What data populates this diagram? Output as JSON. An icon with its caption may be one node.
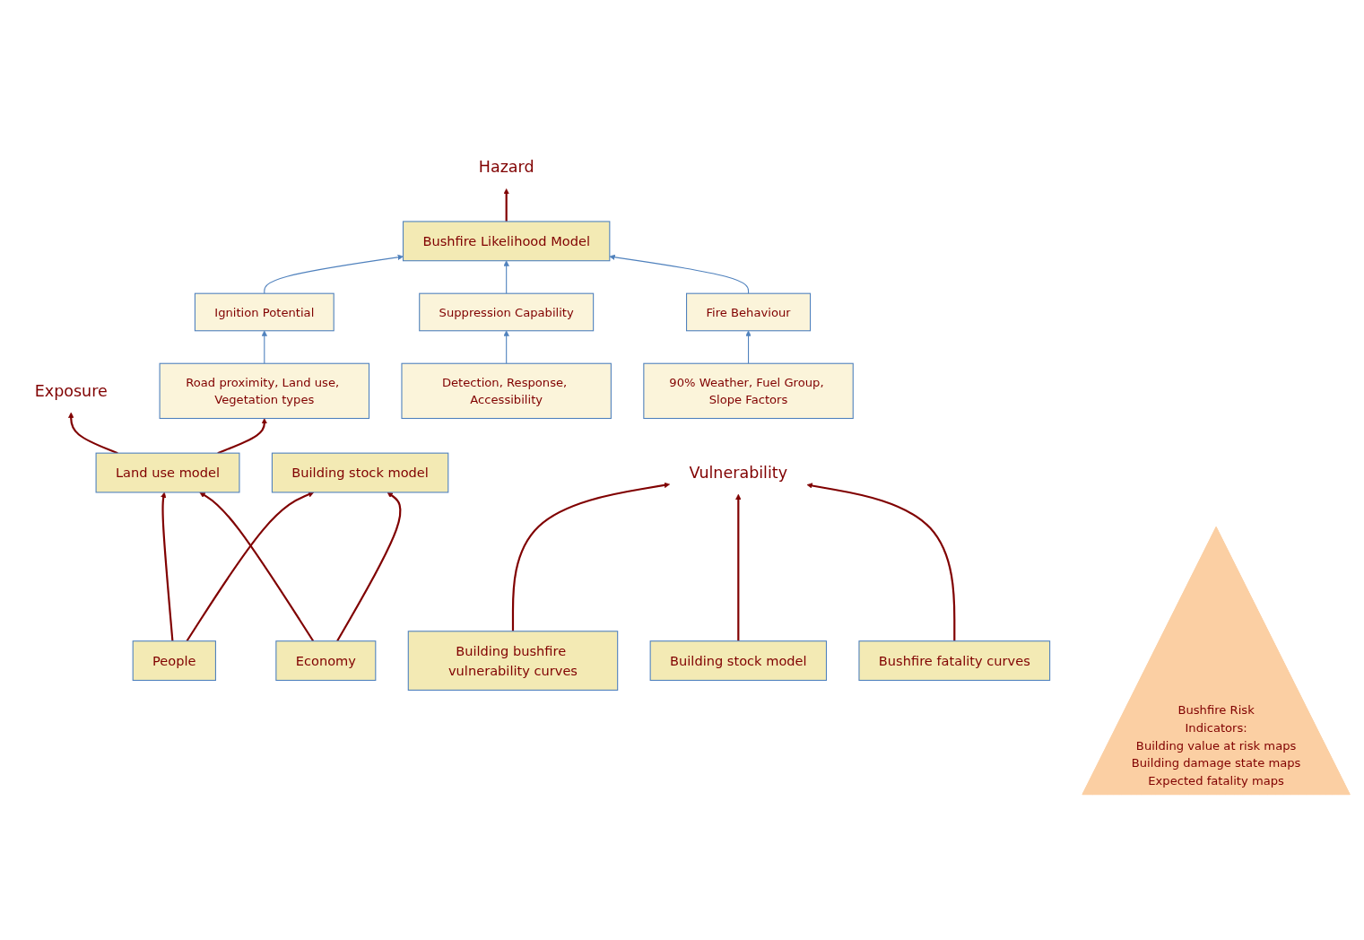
{
  "diagram": {
    "nodes": [
      {
        "text": [
          "People"
        ]
      },
      {
        "text": [
          "Economy"
        ]
      },
      {
        "text": [
          "Land use model"
        ]
      },
      {
        "text": [
          "Building stock model"
        ]
      },
      {
        "text": [
          "Building bushfire vulnerability curves"
        ]
      },
      {
        "text": [
          "Building stock model"
        ]
      },
      {
        "text": [
          "Bushfire fatality curves"
        ]
      },
      {
        "text": [
          "Bushfire Risk",
          "Indicators:",
          "Building value at risk maps",
          "Building damage state maps",
          "Expected fatality maps"
        ]
      },
      {
        "text": [
          "Exposure"
        ]
      },
      {
        "text": [
          "Vulnerability"
        ]
      },
      {
        "text": [
          "Hazard"
        ]
      },
      {
        "text": [
          "Bushfire Likelihood Model"
        ]
      },
      {
        "text": [
          "Ignition Potential"
        ]
      },
      {
        "text": [
          "Suppression Capability"
        ]
      },
      {
        "text": [
          "Fire Behaviour"
        ]
      },
      {
        "text": [
          "Road proximity, Land use, Vegetation types"
        ]
      },
      {
        "text": [
          "Detection, Response, Accessibility"
        ]
      },
      {
        "text": [
          "90% Weather, Fuel Group, Slope Factors"
        ]
      }
    ],
    "edges": [
      {
        "from": 0,
        "to": 2,
        "arrow": "to"
      },
      {
        "from": 0,
        "to": 3,
        "arrow": "to"
      },
      {
        "from": 1,
        "to": 2,
        "arrow": "to"
      },
      {
        "from": 1,
        "to": 3,
        "arrow": "to"
      },
      {
        "from": 2,
        "to": 15,
        "arrow": "to"
      },
      {
        "from": 2,
        "to": 8,
        "arrow": "to"
      },
      {
        "from": 4,
        "to": 9,
        "arrow": "to"
      },
      {
        "from": 5,
        "to": 9,
        "arrow": "to"
      },
      {
        "from": 6,
        "to": 9,
        "arrow": "to"
      },
      {
        "from": 11,
        "to": 10,
        "arrow": "to"
      },
      {
        "from": 12,
        "to": 11,
        "arrow": "to",
        "color": "#4f81bd"
      },
      {
        "from": 13,
        "to": 11,
        "arrow": "to",
        "color": "#4f81bd"
      },
      {
        "from": 14,
        "to": 11,
        "arrow": "to",
        "color": "#4f81bd"
      },
      {
        "from": 15,
        "to": 12,
        "arrow": "to",
        "color": "#4f81bd"
      },
      {
        "from": 16,
        "to": 13,
        "arrow": "to",
        "color": "#4f81bd"
      },
      {
        "from": 17,
        "to": 14,
        "arrow": "to",
        "color": "#4f81bd"
      }
    ]
  }
}
